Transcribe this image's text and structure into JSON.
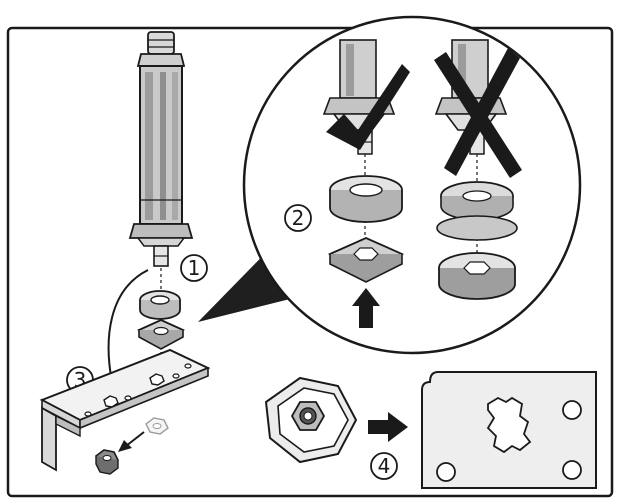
{
  "steps": [
    {
      "number": "1"
    },
    {
      "number": "2"
    },
    {
      "number": "3"
    },
    {
      "number": "4"
    }
  ],
  "marks": {
    "correct": "check-mark-icon",
    "incorrect": "cross-mark-icon",
    "direction": "arrow-right-icon"
  },
  "colors": {
    "line": "#1a1a1a",
    "fill_light": "#e6e6e6",
    "fill_mid": "#bdbdbd",
    "fill_dark": "#555555",
    "background": "#ffffff"
  }
}
